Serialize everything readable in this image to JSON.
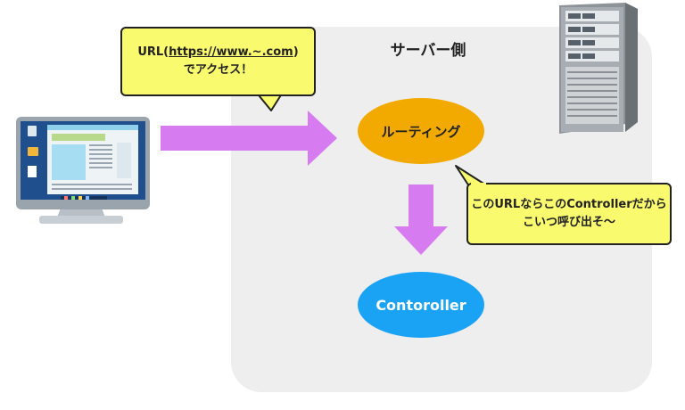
{
  "server": {
    "title": "サーバー側"
  },
  "nodes": {
    "routing": "ルーティング",
    "controller": "Contoroller"
  },
  "bubbles": {
    "request": {
      "prefix": "URL(",
      "link": "https://www.~.com",
      "suffix": ")",
      "line2": "でアクセス！"
    },
    "routing_note": {
      "line1": "このURLならこのControllerだから",
      "line2": "こいつ呼び出そ〜"
    }
  },
  "colors": {
    "server_area": "#eeeeee",
    "routing": "#f2a900",
    "controller": "#1aa3f5",
    "arrow": "#d67cf0",
    "bubble": "#fafa6e"
  },
  "icons": {
    "client": "desktop-monitor-icon",
    "server": "server-rack-icon"
  }
}
